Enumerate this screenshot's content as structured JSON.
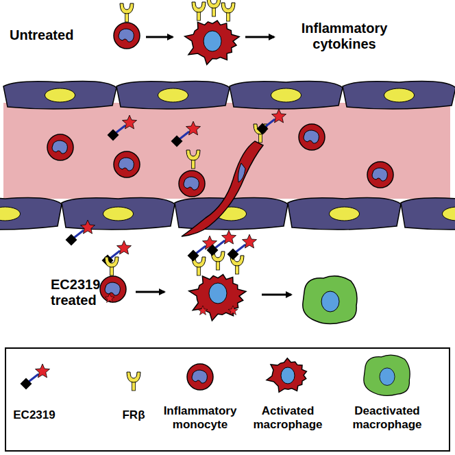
{
  "diagram": {
    "labels": [
      "Untreated",
      "Inflammatory cytokines",
      "EC2319 treated"
    ],
    "legend": [
      {
        "text": "EC2319"
      },
      {
        "text": "FRβ"
      },
      {
        "text": "Inflammatory monocyte"
      },
      {
        "text": "Activated macrophage"
      },
      {
        "text": "Deactivated macrophage"
      }
    ]
  }
}
